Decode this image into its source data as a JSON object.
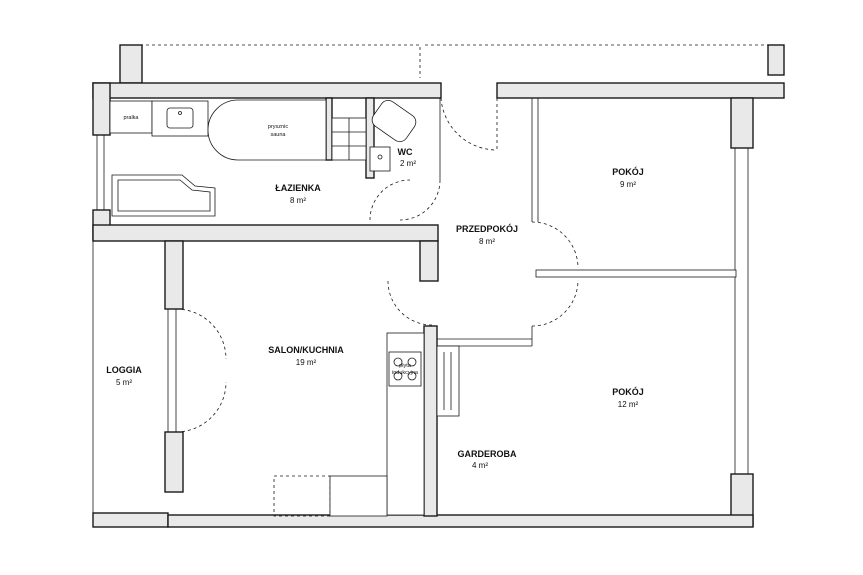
{
  "rooms": {
    "lazienka": {
      "name": "ŁAZIENKA",
      "area": "8 m²"
    },
    "wc": {
      "name": "WC",
      "area": "2 m²"
    },
    "pokoj_small": {
      "name": "POKÓJ",
      "area": "9 m²"
    },
    "przedpokoj": {
      "name": "PRZEDPOKÓJ",
      "area": "8 m²"
    },
    "salon": {
      "name": "SALON/KUCHNIA",
      "area": "19 m²"
    },
    "loggia": {
      "name": "LOGGIA",
      "area": "5 m²"
    },
    "pokoj_large": {
      "name": "POKÓJ",
      "area": "12 m²"
    },
    "garderoba": {
      "name": "GARDEROBA",
      "area": "4 m²"
    }
  },
  "fixtures": {
    "pralka": "pralka",
    "shower_line1": "prysznic",
    "shower_line2": "sauna",
    "cooktop_line1": "płyta",
    "cooktop_line2": "indukcyjna"
  }
}
